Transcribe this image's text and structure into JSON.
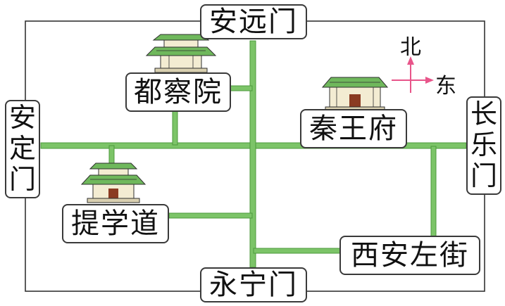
{
  "gates": {
    "north": "安远门",
    "south": "永宁门",
    "west": "安定门",
    "east": "长乐门"
  },
  "places": {
    "duchayuan": "都察院",
    "qinwangfu": "秦王府",
    "tixuedao": "提学道",
    "xianzuojie": "西安左街"
  },
  "compass": {
    "north": "北",
    "east": "东"
  },
  "colors": {
    "road": "#7cc468",
    "road_edge": "#4c9a3c",
    "wall": "#333333",
    "arrow": "#e8558a",
    "building_roof": "#6fb85c",
    "building_wall": "#f3ecd2",
    "building_door": "#8a3b22"
  },
  "icons": [
    "palace-building-icon",
    "compass-rose-icon"
  ]
}
